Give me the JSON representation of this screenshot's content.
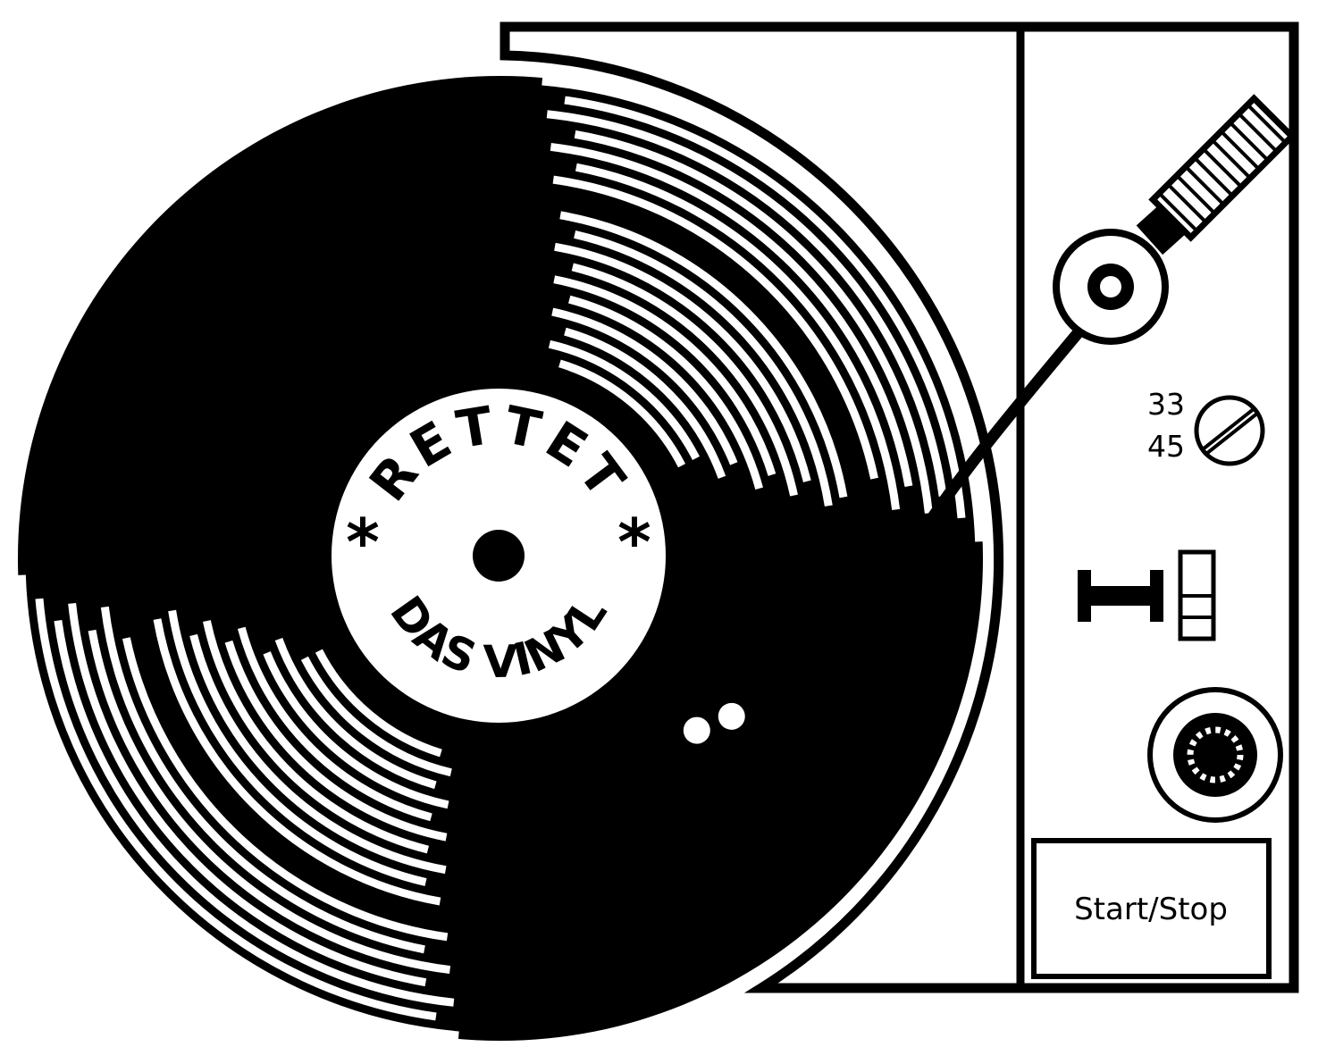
{
  "record_label": {
    "top_text": "RETTET",
    "bottom_text": "DAS VINYL",
    "left_symbol": "*",
    "right_symbol": "*"
  },
  "controls": {
    "speed_33": "33",
    "speed_45": "45",
    "start_stop_label": "Start/Stop"
  },
  "colors": {
    "ink": "#000000",
    "paper": "#ffffff"
  }
}
